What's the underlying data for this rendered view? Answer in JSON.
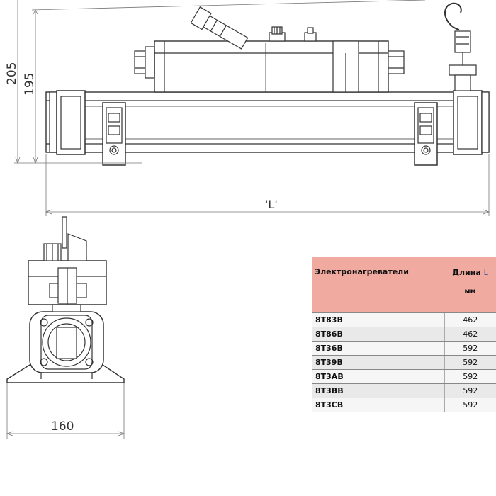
{
  "dimensions": {
    "height_outer": "205",
    "height_inner": "195",
    "length": "'L'",
    "width": "160"
  },
  "table": {
    "header_model": "Электронагреватели",
    "header_length": "Длина",
    "header_length_symbol": "L",
    "header_unit": "мм",
    "rows": [
      {
        "model": "8T83B",
        "length": "462"
      },
      {
        "model": "8T86B",
        "length": "462"
      },
      {
        "model": "8T36B",
        "length": "592"
      },
      {
        "model": "8T39B",
        "length": "592"
      },
      {
        "model": "8T3AB",
        "length": "592"
      },
      {
        "model": "8T3BB",
        "length": "592"
      },
      {
        "model": "8T3CB",
        "length": "592"
      }
    ]
  }
}
